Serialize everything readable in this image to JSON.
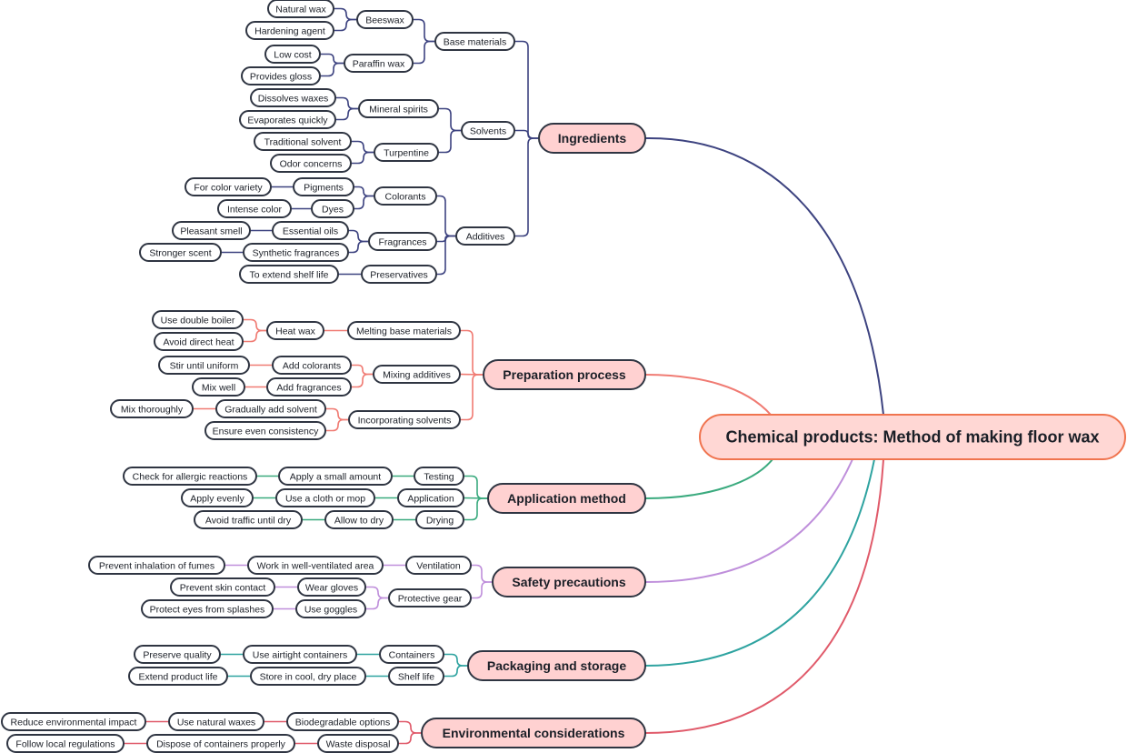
{
  "root": {
    "label": "Chemical products: Method of making floor wax"
  },
  "branches": [
    {
      "label": "Ingredients",
      "color": "#3d4380",
      "children": [
        {
          "label": "Base materials",
          "children": [
            {
              "label": "Beeswax",
              "children": [
                {
                  "label": "Natural wax"
                },
                {
                  "label": "Hardening agent"
                }
              ]
            },
            {
              "label": "Paraffin wax",
              "children": [
                {
                  "label": "Low cost"
                },
                {
                  "label": "Provides gloss"
                }
              ]
            }
          ]
        },
        {
          "label": "Solvents",
          "children": [
            {
              "label": "Mineral spirits",
              "children": [
                {
                  "label": "Dissolves waxes"
                },
                {
                  "label": "Evaporates quickly"
                }
              ]
            },
            {
              "label": "Turpentine",
              "children": [
                {
                  "label": "Traditional solvent"
                },
                {
                  "label": "Odor concerns"
                }
              ]
            }
          ]
        },
        {
          "label": "Additives",
          "children": [
            {
              "label": "Colorants",
              "children": [
                {
                  "label": "Pigments",
                  "children": [
                    {
                      "label": "For color variety"
                    }
                  ]
                },
                {
                  "label": "Dyes",
                  "children": [
                    {
                      "label": "Intense color"
                    }
                  ]
                }
              ]
            },
            {
              "label": "Fragrances",
              "children": [
                {
                  "label": "Essential oils",
                  "children": [
                    {
                      "label": "Pleasant smell"
                    }
                  ]
                },
                {
                  "label": "Synthetic fragrances",
                  "children": [
                    {
                      "label": "Stronger scent"
                    }
                  ]
                }
              ]
            },
            {
              "label": "Preservatives",
              "children": [
                {
                  "label": "To extend shelf life"
                }
              ]
            }
          ]
        }
      ]
    },
    {
      "label": "Preparation process",
      "color": "#f07b73",
      "children": [
        {
          "label": "Melting base materials",
          "children": [
            {
              "label": "Heat wax",
              "children": [
                {
                  "label": "Use double boiler"
                },
                {
                  "label": "Avoid direct heat"
                }
              ]
            }
          ]
        },
        {
          "label": "Mixing additives",
          "children": [
            {
              "label": "Add colorants",
              "children": [
                {
                  "label": "Stir until uniform"
                }
              ]
            },
            {
              "label": "Add fragrances",
              "children": [
                {
                  "label": "Mix well"
                }
              ]
            }
          ]
        },
        {
          "label": "Incorporating solvents",
          "children": [
            {
              "label": "Gradually add solvent",
              "children": [
                {
                  "label": "Mix thoroughly"
                }
              ]
            },
            {
              "label": "Ensure even consistency"
            }
          ]
        }
      ]
    },
    {
      "label": "Application method",
      "color": "#3aaa7e",
      "children": [
        {
          "label": "Testing",
          "children": [
            {
              "label": "Apply a small amount",
              "children": [
                {
                  "label": "Check for allergic reactions"
                }
              ]
            }
          ]
        },
        {
          "label": "Application",
          "children": [
            {
              "label": "Use a cloth or mop",
              "children": [
                {
                  "label": "Apply evenly"
                }
              ]
            }
          ]
        },
        {
          "label": "Drying",
          "children": [
            {
              "label": "Allow to dry",
              "children": [
                {
                  "label": "Avoid traffic until dry"
                }
              ]
            }
          ]
        }
      ]
    },
    {
      "label": "Safety precautions",
      "color": "#bf8fdb",
      "children": [
        {
          "label": "Ventilation",
          "children": [
            {
              "label": "Work in well-ventilated area",
              "children": [
                {
                  "label": "Prevent inhalation of fumes"
                }
              ]
            }
          ]
        },
        {
          "label": "Protective gear",
          "children": [
            {
              "label": "Wear gloves",
              "children": [
                {
                  "label": "Prevent skin contact"
                }
              ]
            },
            {
              "label": "Use goggles",
              "children": [
                {
                  "label": "Protect eyes from splashes"
                }
              ]
            }
          ]
        }
      ]
    },
    {
      "label": "Packaging and storage",
      "color": "#2ea3a0",
      "children": [
        {
          "label": "Containers",
          "children": [
            {
              "label": "Use airtight containers",
              "children": [
                {
                  "label": "Preserve quality"
                }
              ]
            }
          ]
        },
        {
          "label": "Shelf life",
          "children": [
            {
              "label": "Store in cool, dry place",
              "children": [
                {
                  "label": "Extend product life"
                }
              ]
            }
          ]
        }
      ]
    },
    {
      "label": "Environmental considerations",
      "color": "#e05a6a",
      "children": [
        {
          "label": "Biodegradable options",
          "children": [
            {
              "label": "Use natural waxes",
              "children": [
                {
                  "label": "Reduce environmental impact"
                }
              ]
            }
          ]
        },
        {
          "label": "Waste disposal",
          "children": [
            {
              "label": "Dispose of containers properly",
              "children": [
                {
                  "label": "Follow local regulations"
                }
              ]
            }
          ]
        }
      ]
    }
  ]
}
